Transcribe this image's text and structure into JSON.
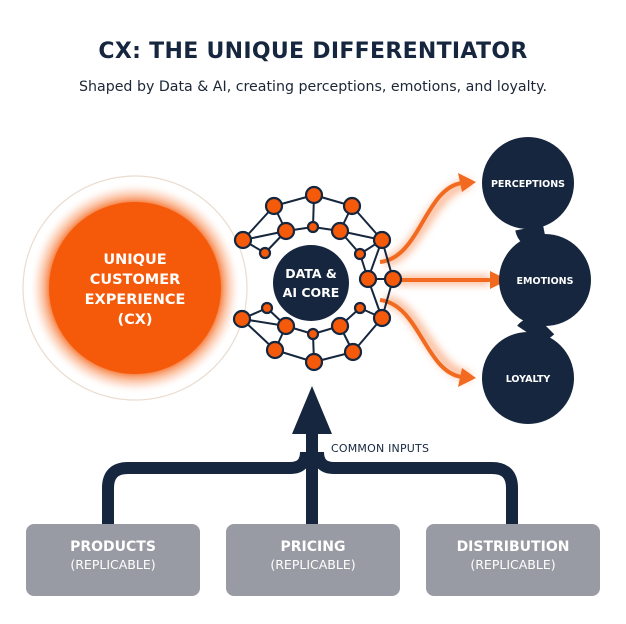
{
  "header": {
    "title": "CX: THE UNIQUE DIFFERENTIATOR",
    "subtitle": "Shaped by Data & AI, creating perceptions, emotions, and loyalty."
  },
  "cx_circle": {
    "lines": [
      "UNIQUE",
      "CUSTOMER",
      "EXPERIENCE",
      "(CX)"
    ]
  },
  "core": {
    "lines": [
      "DATA &",
      "AI CORE"
    ]
  },
  "outcomes": [
    {
      "label": "PERCEPTIONS"
    },
    {
      "label": "EMOTIONS"
    },
    {
      "label": "LOYALTY"
    }
  ],
  "inputs_label": "COMMON INPUTS",
  "inputs": [
    {
      "label": "PRODUCTS",
      "note": "(REPLICABLE)"
    },
    {
      "label": "PRICING",
      "note": "(REPLICABLE)"
    },
    {
      "label": "DISTRIBUTION",
      "note": "(REPLICABLE)"
    }
  ],
  "colors": {
    "navy": "#15263e",
    "orange": "#f55a0a",
    "gray_box": "#989ba3",
    "white": "#ffffff"
  }
}
